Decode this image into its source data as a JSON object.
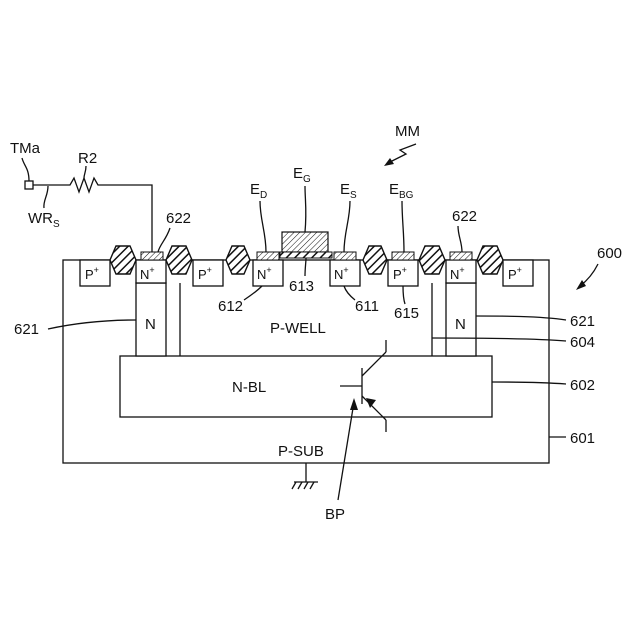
{
  "figure": {
    "label_mm": "MM",
    "label_600": "600",
    "terminal": "TMa",
    "resistor": "R2",
    "wire": "WR",
    "wire_sub": "S",
    "gate_electrode": "E",
    "gate_sub": "G",
    "drain_electrode": "E",
    "drain_sub": "D",
    "source_electrode": "E",
    "source_sub": "S",
    "bg_electrode": "E",
    "bg_sub": "BG",
    "ref_622_left": "622",
    "ref_622_right": "622",
    "ref_621_left": "621",
    "ref_621_right": "621",
    "ref_612": "612",
    "ref_613": "613",
    "ref_611": "611",
    "ref_615": "615",
    "ref_604": "604",
    "ref_602": "602",
    "ref_601": "601",
    "region_pwell": "P-WELL",
    "region_nbl": "N-BL",
    "region_psub": "P-SUB",
    "region_n_left": "N",
    "region_n_right": "N",
    "bp": "BP",
    "p_plus": "P",
    "n_plus": "N",
    "plus": "+"
  }
}
